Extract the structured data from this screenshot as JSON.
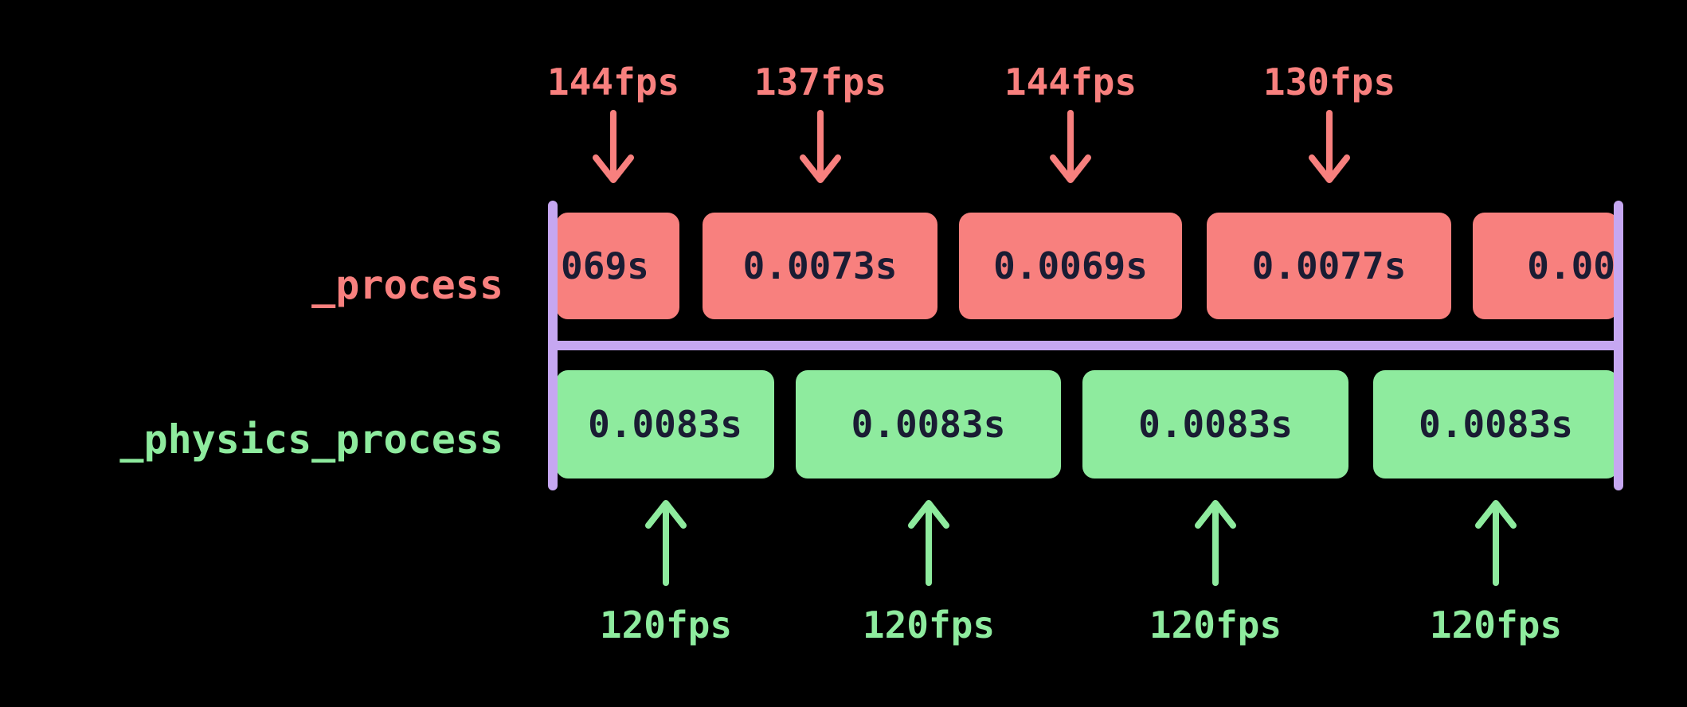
{
  "colors": {
    "process": "#F8807E",
    "physics": "#8EEB9E",
    "timeline": "#C6A7F1",
    "frame_text": "#1A1C33",
    "background": "#000000"
  },
  "process_row": {
    "label": "_process",
    "frames": [
      "069s",
      "0.0073s",
      "0.0069s",
      "0.0077s",
      "0.00"
    ],
    "fps_annotations": [
      "144fps",
      "137fps",
      "144fps",
      "130fps"
    ]
  },
  "physics_row": {
    "label": "_physics_process",
    "frames": [
      "0.0083s",
      "0.0083s",
      "0.0083s",
      "0.0083s"
    ],
    "fps_annotations": [
      "120fps",
      "120fps",
      "120fps",
      "120fps"
    ]
  }
}
